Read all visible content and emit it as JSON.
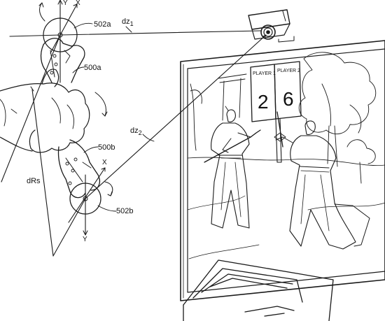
{
  "labels": {
    "ref_502a": "502a",
    "ref_500a": "500a",
    "ref_500b": "500b",
    "ref_502b": "502b",
    "dz1_main": "dz",
    "dz1_sub": "1",
    "dz2_main": "dz",
    "dz2_sub": "2",
    "drs": "dRs",
    "axis_x_top": "X",
    "axis_y_top": "Y",
    "axis_x_bottom": "X",
    "axis_y_bottom": "Y"
  },
  "scoreboard": {
    "player1_label": "PLAYER 1",
    "player2_label": "PLAYER 2",
    "player1_score": "2",
    "player2_score": "6"
  },
  "colors": {
    "line": "#1a1a1a",
    "background": "#ffffff"
  }
}
